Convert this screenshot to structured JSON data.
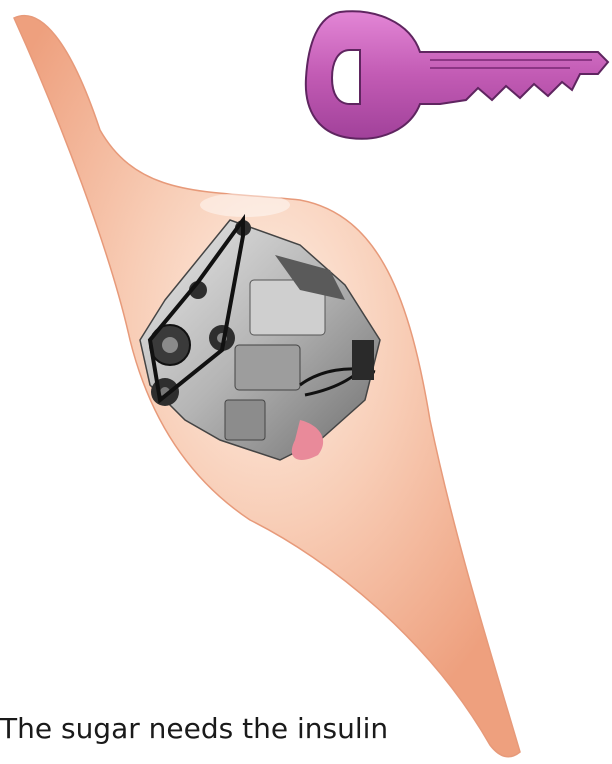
{
  "caption": "The sugar needs the insulin",
  "illustration": {
    "cell": {
      "icon": "muscle-cell",
      "color": "#f2b79a"
    },
    "engine": {
      "icon": "car-engine",
      "color": "#b8b8b8"
    },
    "key": {
      "icon": "key-icon",
      "color": "#c25bb4"
    }
  }
}
